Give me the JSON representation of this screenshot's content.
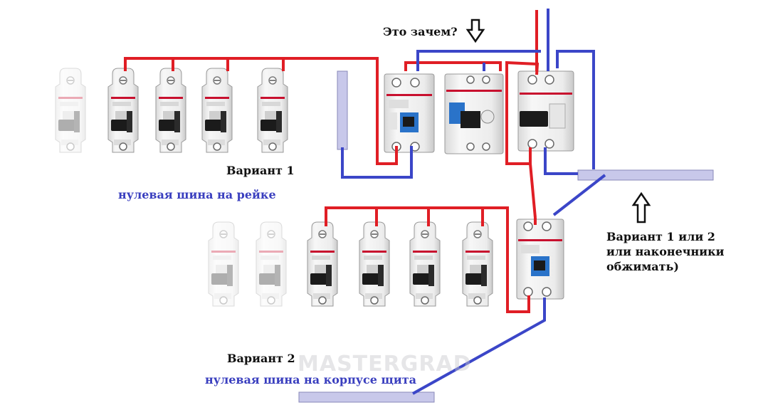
{
  "labels": {
    "question": "Это зачем?",
    "variant1": "Вариант 1",
    "variant1_bus": "нулевая шина на рейке",
    "variant2": "Вариант 2",
    "variant2_bus": "нулевая шина на корпусе щита",
    "note_lines": [
      "Вариант 1 или 2",
      "или наконечники",
      "обжимать)"
    ]
  },
  "watermark": "MASTERGRAD",
  "colors": {
    "phase_wire": "#e01e25",
    "neutral_wire": "#3b46c8",
    "neutral_bus": "#c8c8ea",
    "breaker_body": "#f1f1f1",
    "brand_stripe": "#c8102e",
    "rcd_test_button": "#2a73c9"
  },
  "devices": {
    "row1": [
      "breaker-1p-faded",
      "breaker-1p",
      "breaker-1p",
      "breaker-1p",
      "breaker-1p",
      "rcd-2p",
      "difavtomat-2p",
      "rcd-2p-input"
    ],
    "row2": [
      "breaker-1p-faded",
      "breaker-1p-faded",
      "breaker-1p",
      "breaker-1p",
      "breaker-1p",
      "breaker-1p",
      "rcd-2p"
    ]
  }
}
